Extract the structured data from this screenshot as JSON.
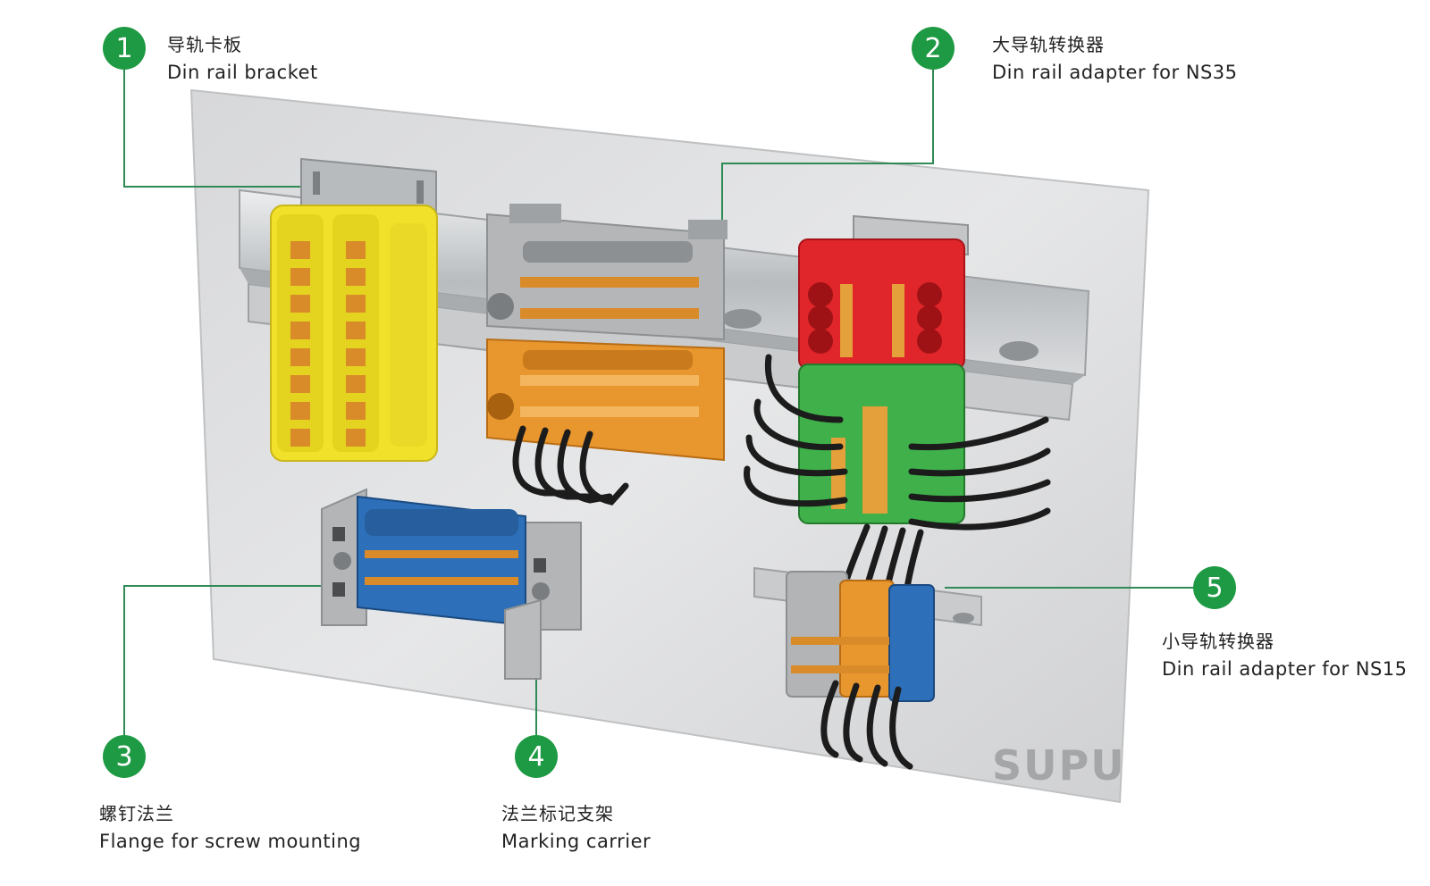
{
  "callouts": [
    {
      "num": "1",
      "zh": "导轨卡板",
      "en": "Din rail bracket"
    },
    {
      "num": "2",
      "zh": "大导轨转换器",
      "en": "Din rail adapter for NS35"
    },
    {
      "num": "3",
      "zh": "螺钉法兰",
      "en": "Flange for screw mounting"
    },
    {
      "num": "4",
      "zh": "法兰标记支架",
      "en": "Marking carrier"
    },
    {
      "num": "5",
      "zh": "小导轨转换器",
      "en": "Din rail adapter for NS15"
    }
  ],
  "brand": "SUPU",
  "colors": {
    "accent_green": "#1f9a44",
    "yellow_block": "#f2e12a",
    "grey_block": "#b4b6b8",
    "orange_block": "#e8962e",
    "red_block": "#e0262a",
    "green_block": "#3fb04a",
    "blue_block": "#2d6fb8",
    "contact_orange": "#d98b2a"
  }
}
